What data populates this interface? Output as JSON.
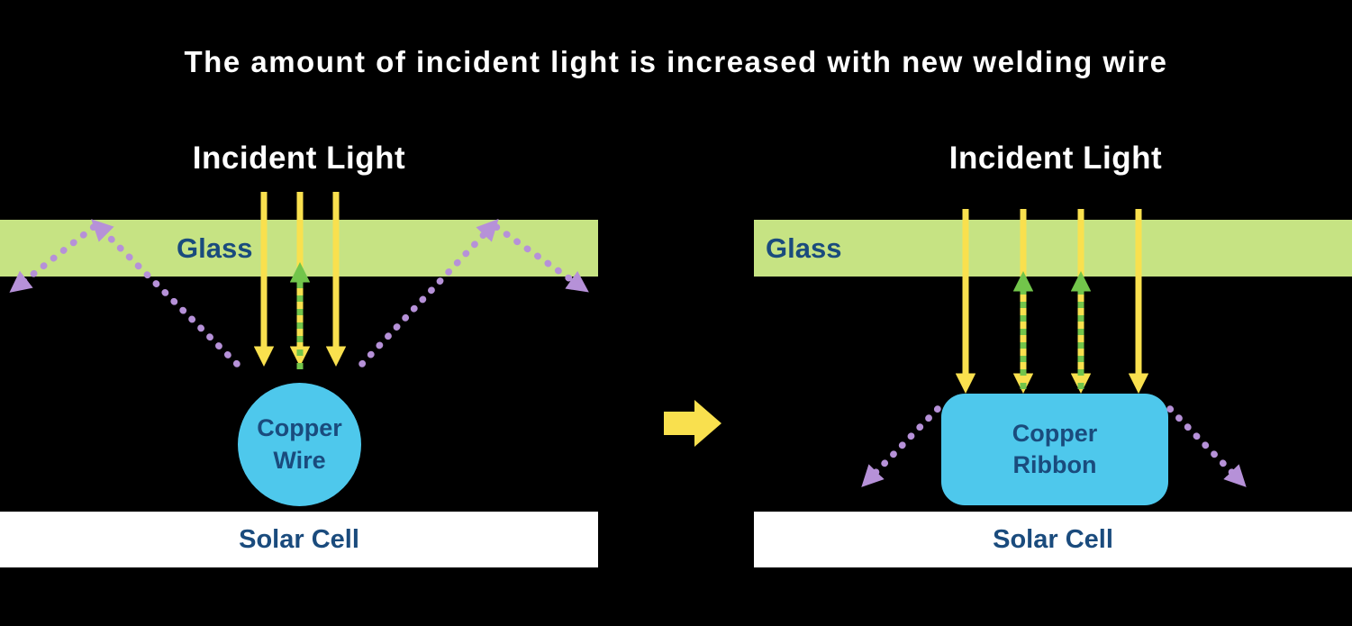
{
  "title": "The amount of incident light is increased with new welding wire",
  "colors": {
    "background": "#000000",
    "title_text": "#ffffff",
    "glass_fill": "#c6e383",
    "label_dark_blue": "#1a4b7d",
    "yellow_arrow": "#f9e04e",
    "purple_arrow": "#b691d8",
    "green_arrow": "#72c54b",
    "copper_fill": "#4ec8ec",
    "solar_cell_fill": "#ffffff"
  },
  "icons": {
    "transition_arrow": "right-arrow"
  },
  "left_panel": {
    "incident_light_label": "Incident Light",
    "glass_label": "Glass",
    "conductor_line1": "Copper",
    "conductor_line2": "Wire",
    "solar_cell_label": "Solar Cell"
  },
  "right_panel": {
    "incident_light_label": "Incident Light",
    "glass_label": "Glass",
    "conductor_line1": "Copper",
    "conductor_line2": "Ribbon",
    "solar_cell_label": "Solar Cell"
  }
}
